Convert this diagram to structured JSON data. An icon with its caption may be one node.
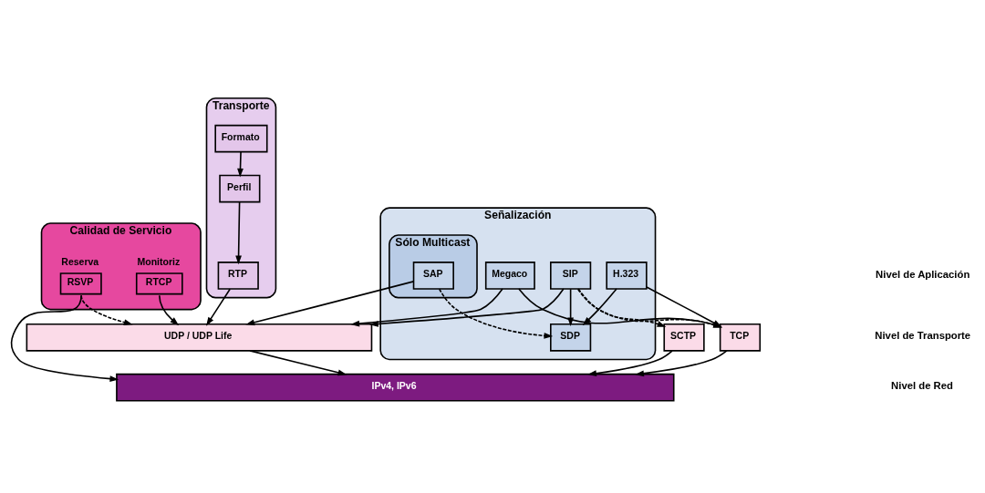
{
  "diagram": {
    "nodes": [
      {
        "text": [
          "Calidad de Servicio"
        ]
      },
      {
        "text": [
          "RSVP"
        ],
        "in": 0,
        "beside": [
          "Reserva"
        ]
      },
      {
        "text": [
          "RTCP"
        ],
        "in": 0,
        "beside": [
          "Monitoriz"
        ]
      },
      {
        "text": [
          "Transporte"
        ]
      },
      {
        "text": [
          "Formato"
        ],
        "in": 3
      },
      {
        "text": [
          "Perfil"
        ],
        "in": 3
      },
      {
        "text": [
          "RTP"
        ],
        "in": 3
      },
      {
        "text": [
          "Señalización"
        ]
      },
      {
        "text": [
          "Sólo Multicast"
        ],
        "in": 7
      },
      {
        "text": [
          "SDP"
        ],
        "in": 7
      },
      {
        "text": [
          "SAP"
        ],
        "in": 8
      },
      {
        "text": [
          "SIP"
        ],
        "in": 7
      },
      {
        "text": [
          "Megaco"
        ],
        "in": 7
      },
      {
        "text": [
          "H.323"
        ],
        "in": 7
      },
      {
        "text": [
          "UDP / UDP Life"
        ]
      },
      {
        "text": [
          "SCTP"
        ]
      },
      {
        "text": [
          "TCP"
        ]
      },
      {
        "text": [
          "IPv4, IPv6"
        ]
      }
    ],
    "edges": [
      {
        "from": 4,
        "to": 5,
        "arrow": "to"
      },
      {
        "from": 5,
        "to": 6,
        "arrow": "to"
      },
      {
        "from": 10,
        "to": 9,
        "arrow": "to",
        "style": "dashed"
      },
      {
        "from": 11,
        "to": 9,
        "arrow": "to"
      },
      {
        "from": 13,
        "to": 9,
        "arrow": "to"
      },
      {
        "from": 1,
        "to": 17,
        "arrow": "to"
      },
      {
        "from": 1,
        "to": 14,
        "arrow": "to",
        "style": "dashed"
      },
      {
        "from": 2,
        "to": 14,
        "arrow": "to"
      },
      {
        "from": 6,
        "to": 14,
        "arrow": "to"
      },
      {
        "from": 10,
        "to": 14,
        "arrow": "to"
      },
      {
        "from": 11,
        "to": 14,
        "arrow": "to"
      },
      {
        "from": 12,
        "to": 14,
        "arrow": "to"
      },
      {
        "from": 11,
        "to": 15,
        "arrow": "to",
        "style": "dashed"
      },
      {
        "from": 11,
        "to": 16,
        "arrow": "to",
        "style": "dashed"
      },
      {
        "from": 12,
        "to": 16,
        "arrow": "to"
      },
      {
        "from": 13,
        "to": 16,
        "arrow": "to"
      },
      {
        "from": 14,
        "to": 17,
        "arrow": "to"
      },
      {
        "from": 15,
        "to": 17,
        "arrow": "to"
      },
      {
        "from": 16,
        "to": 17,
        "arrow": "to"
      }
    ],
    "labels": [
      "Nivel de Aplicación",
      "Nivel de Transporte",
      "Nivel de Red"
    ]
  }
}
